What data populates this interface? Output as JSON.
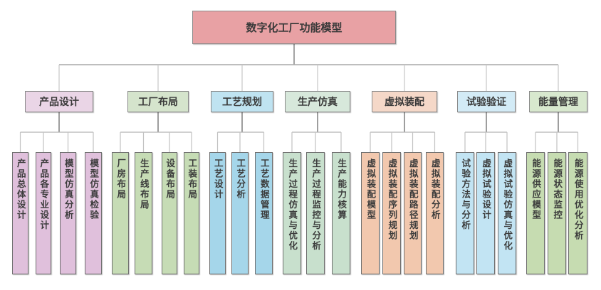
{
  "root": {
    "label": "数字化工厂功能模型",
    "color": "#e8a1a4"
  },
  "categories": [
    {
      "label": "产品设计",
      "color": "#ead5e6",
      "leafColor": "#e0c0dc",
      "leaves": [
        "产品总体设计",
        "产品各专业设计",
        "模型仿真分析",
        "模型仿真检验"
      ]
    },
    {
      "label": "工厂布局",
      "color": "#d5e4cc",
      "leafColor": "#c6dcb5",
      "leaves": [
        "厂房布局",
        "生产线布局",
        "设备布局",
        "工装布局"
      ]
    },
    {
      "label": "工艺规划",
      "color": "#bfe3f1",
      "leafColor": "#a5d6ea",
      "leaves": [
        "工艺设计",
        "工艺分析",
        "工艺数据管理"
      ]
    },
    {
      "label": "生产仿真",
      "color": "#d7e8db",
      "leafColor": "#c8e0cd",
      "leaves": [
        "生产过程仿真与优化",
        "生产过程监控与分析",
        "生产能力核算"
      ]
    },
    {
      "label": "虚拟装配",
      "color": "#f5d8c8",
      "leafColor": "#f2c8ae",
      "leaves": [
        "虚拟装配模型",
        "虚拟装配序列规划",
        "虚拟装配路径规划",
        "虚拟装配分析"
      ]
    },
    {
      "label": "试验验证",
      "color": "#d3ebf6",
      "leafColor": "#c2e4f3",
      "leaves": [
        "试验方法与分析",
        "虚拟试验设计",
        "虚拟试验仿真与优化"
      ]
    },
    {
      "label": "能量管理",
      "color": "#d8e8ce",
      "leafColor": "#c6dcb1",
      "leaves": [
        "能源供应模型",
        "能源状态监控",
        "能源使用优化分析"
      ]
    }
  ]
}
